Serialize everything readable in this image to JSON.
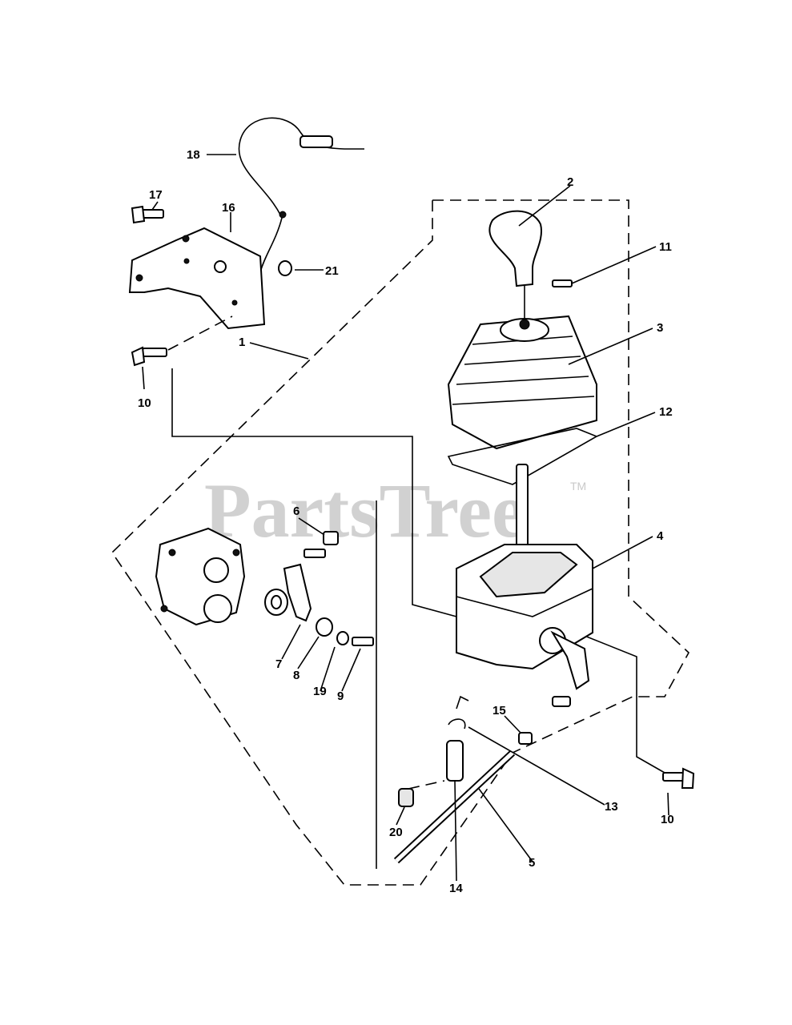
{
  "watermark": {
    "text": "PartsTree",
    "tm": "TM"
  },
  "callouts": [
    {
      "id": "1",
      "label": "1"
    },
    {
      "id": "2",
      "label": "2"
    },
    {
      "id": "3",
      "label": "3"
    },
    {
      "id": "4",
      "label": "4"
    },
    {
      "id": "5",
      "label": "5"
    },
    {
      "id": "6",
      "label": "6"
    },
    {
      "id": "7",
      "label": "7"
    },
    {
      "id": "8",
      "label": "8"
    },
    {
      "id": "9",
      "label": "9"
    },
    {
      "id": "10a",
      "label": "10"
    },
    {
      "id": "10b",
      "label": "10"
    },
    {
      "id": "11",
      "label": "11"
    },
    {
      "id": "12",
      "label": "12"
    },
    {
      "id": "13",
      "label": "13"
    },
    {
      "id": "14",
      "label": "14"
    },
    {
      "id": "15",
      "label": "15"
    },
    {
      "id": "16",
      "label": "16"
    },
    {
      "id": "17",
      "label": "17"
    },
    {
      "id": "18",
      "label": "18"
    },
    {
      "id": "19",
      "label": "19"
    },
    {
      "id": "20",
      "label": "20"
    },
    {
      "id": "21",
      "label": "21"
    }
  ]
}
